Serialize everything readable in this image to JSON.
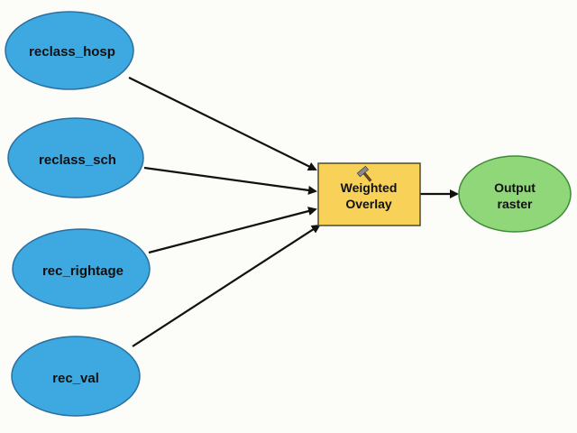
{
  "diagram": {
    "inputs": [
      {
        "id": "reclass_hosp",
        "label": "reclass_hosp"
      },
      {
        "id": "reclass_sch",
        "label": "reclass_sch"
      },
      {
        "id": "rec_rightage",
        "label": "rec_rightage"
      },
      {
        "id": "rec_val",
        "label": "rec_val"
      }
    ],
    "tool": {
      "line1": "Weighted",
      "line2": "Overlay"
    },
    "output": {
      "line1": "Output",
      "line2": "raster"
    },
    "colors": {
      "input_fill": "#3ea8e0",
      "input_stroke": "#2a6fa0",
      "tool_fill": "#f7d158",
      "tool_stroke": "#4a4a3a",
      "output_fill": "#8fd778",
      "output_stroke": "#3e8a3a",
      "arrow": "#111111"
    },
    "icons": {
      "tool": "hammer-icon"
    }
  }
}
